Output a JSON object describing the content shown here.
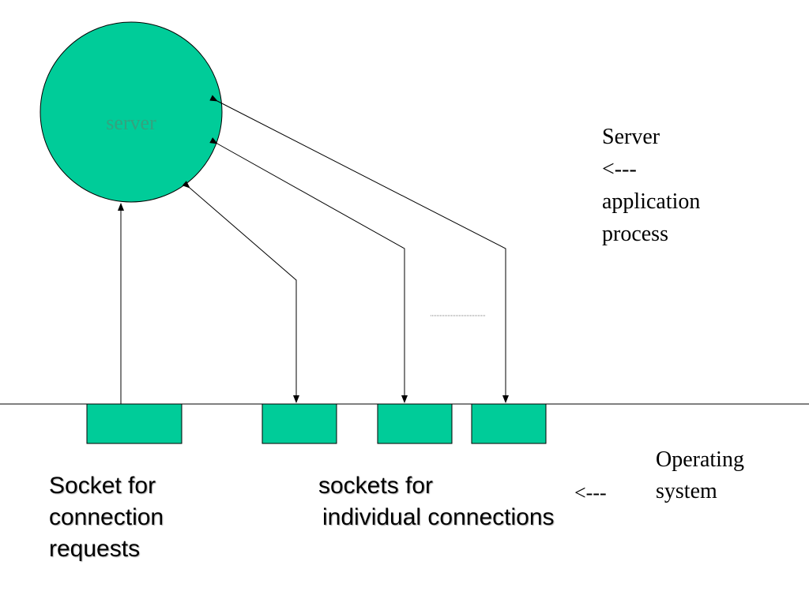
{
  "colors": {
    "node_fill": "#00cc99",
    "server_label": "#33a37f",
    "line": "#000000"
  },
  "server": {
    "label": "server"
  },
  "right_labels": {
    "server_lines": [
      "Server",
      "<---",
      "application",
      "process"
    ],
    "os_lines": [
      "Operating",
      "system"
    ],
    "os_arrow": "<---"
  },
  "bottom_labels": {
    "connection_socket_lines": [
      "Socket for",
      "connection",
      "requests"
    ],
    "individual_sockets_lines": [
      "sockets for",
      "individual connections"
    ]
  }
}
